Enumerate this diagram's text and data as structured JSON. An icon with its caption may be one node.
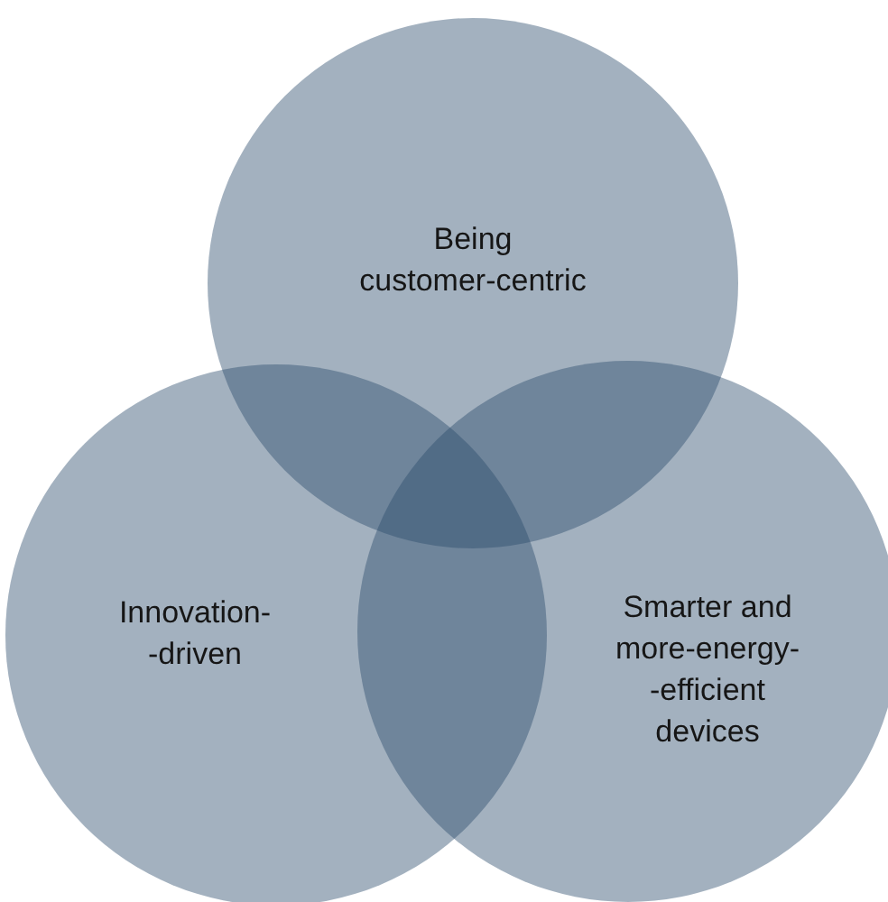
{
  "diagram": {
    "nodes": [
      {
        "text": [
          "Being customer-centric"
        ]
      },
      {
        "text": [
          "Innovation- -driven"
        ]
      },
      {
        "text": [
          "Smarter and more-energy- -efficient devices"
        ]
      }
    ]
  }
}
